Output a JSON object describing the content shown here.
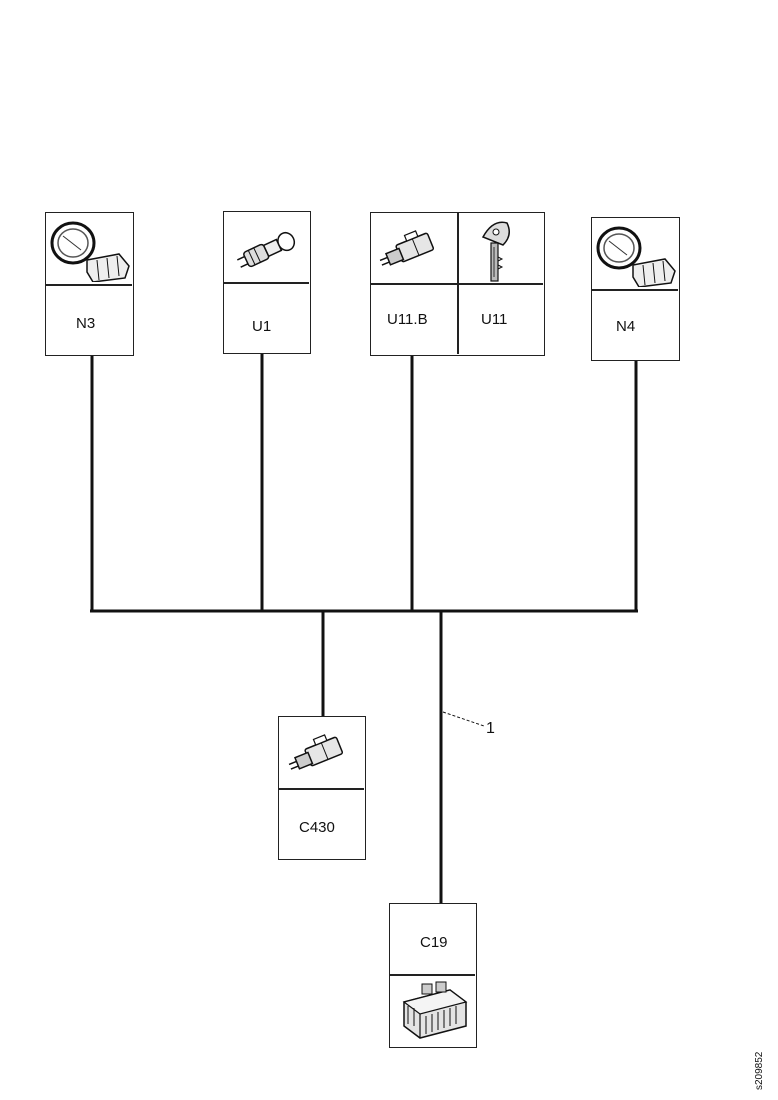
{
  "components": {
    "n3": {
      "label": "N3",
      "icon": "round-sensor-connector-icon"
    },
    "u1": {
      "label": "U1",
      "icon": "bulb-socket-icon"
    },
    "u11b": {
      "label": "U11.B",
      "icon": "connector-plug-icon"
    },
    "u11": {
      "label": "U11",
      "icon": "key-icon"
    },
    "n4": {
      "label": "N4",
      "icon": "round-sensor-connector-icon"
    },
    "c430": {
      "label": "C430",
      "icon": "connector-plug-icon"
    },
    "c19": {
      "label": "C19",
      "icon": "multi-pin-connector-block-icon"
    }
  },
  "callout": {
    "label": "1"
  },
  "figure_ref": "s209852"
}
